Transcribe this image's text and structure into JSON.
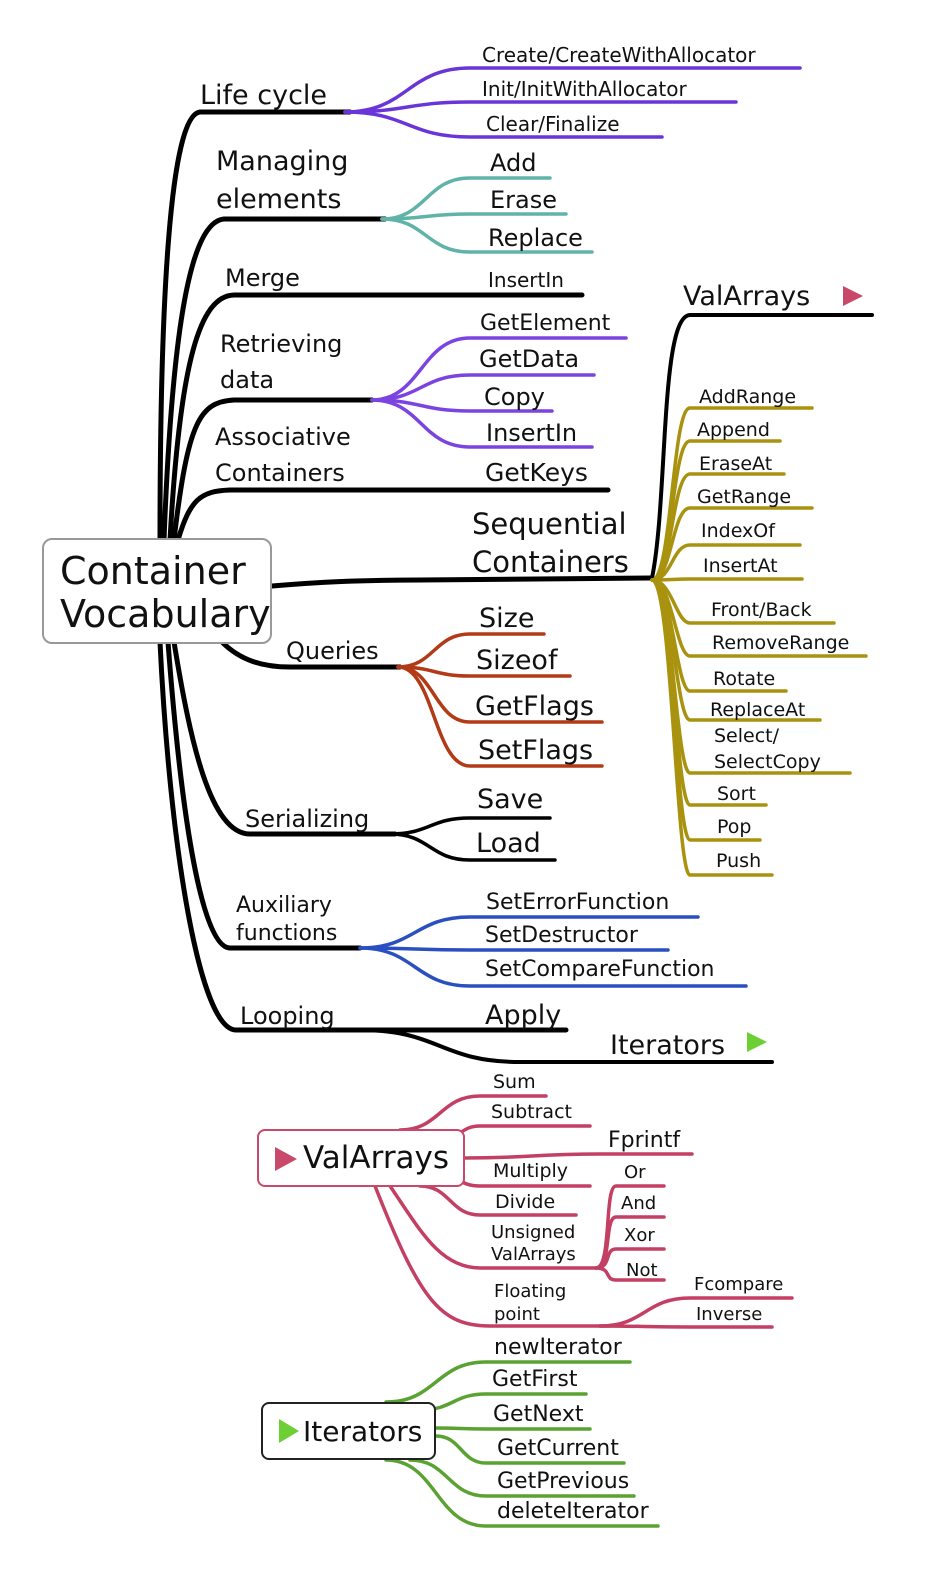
{
  "colors": {
    "trunk": "#000000",
    "life_cycle": "#6a35d8",
    "managing": "#5fb3a8",
    "retrieving": "#7b44e0",
    "queries": "#b23a16",
    "auxiliary": "#2a4fc0",
    "sequential": "#a8920e",
    "valarrays": "#c33f63",
    "iterators": "#5aa232",
    "valarrays_marker": "#c9496b",
    "iterators_marker": "#6ccf33"
  },
  "root": {
    "line1": "Container",
    "line2": "Vocabulary"
  },
  "main": {
    "life_cycle": {
      "label": "Life cycle",
      "items": [
        "Create/CreateWithAllocator",
        "Init/InitWithAllocator",
        "Clear/Finalize"
      ]
    },
    "managing": {
      "line1": "Managing",
      "line2": "elements",
      "items": [
        "Add",
        "Erase",
        "Replace"
      ]
    },
    "merge": {
      "label": "Merge",
      "items": [
        "InsertIn"
      ]
    },
    "retrieving": {
      "line1": "Retrieving",
      "line2": "data",
      "items": [
        "GetElement",
        "GetData",
        "Copy",
        "InsertIn"
      ]
    },
    "associative": {
      "line1": "Associative",
      "line2": "Containers",
      "items": [
        "GetKeys"
      ]
    },
    "sequential": {
      "line1": "Sequential",
      "line2": "Containers",
      "valarrays_link": "ValArrays",
      "items": [
        "AddRange",
        "Append",
        "EraseAt",
        "GetRange",
        "IndexOf",
        "InsertAt",
        "Front/Back",
        "RemoveRange",
        "Rotate",
        "ReplaceAt",
        "Select/",
        "SelectCopy",
        "Sort",
        "Pop",
        "Push"
      ]
    },
    "queries": {
      "label": "Queries",
      "items": [
        "Size",
        "Sizeof",
        "GetFlags",
        "SetFlags"
      ]
    },
    "serializing": {
      "label": "Serializing",
      "items": [
        "Save",
        "Load"
      ]
    },
    "auxiliary": {
      "line1": "Auxiliary",
      "line2": "functions",
      "items": [
        "SetErrorFunction",
        "SetDestructor",
        "SetCompareFunction"
      ]
    },
    "looping": {
      "label": "Looping",
      "items": [
        "Apply"
      ],
      "iterators_link": "Iterators"
    }
  },
  "valarrays": {
    "title": "ValArrays",
    "items": [
      "Sum",
      "Subtract",
      "Fprintf",
      "Multiply",
      "Divide"
    ],
    "unsigned": {
      "line1": "Unsigned",
      "line2": "ValArrays",
      "items": [
        "Or",
        "And",
        "Xor",
        "Not"
      ]
    },
    "floating": {
      "line1": "Floating",
      "line2": "point",
      "items": [
        "Fcompare",
        "Inverse"
      ]
    }
  },
  "iterators": {
    "title": "Iterators",
    "items": [
      "newIterator",
      "GetFirst",
      "GetNext",
      "GetCurrent",
      "GetPrevious",
      "deleteIterator"
    ]
  }
}
